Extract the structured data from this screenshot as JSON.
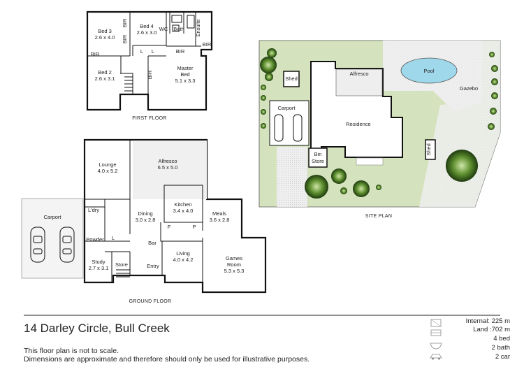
{
  "first_floor": {
    "caption": "FIRST FLOOR",
    "rooms": {
      "bed3": {
        "name": "Bed 3",
        "dim": "2.6 x 4.0"
      },
      "bed4": {
        "name": "Bed 4",
        "dim": "2.6 x 3.0"
      },
      "bed2": {
        "name": "Bed 2",
        "dim": "2.6 x 3.1"
      },
      "master": {
        "name": "Master",
        "name2": "Bed",
        "dim": "5.1 x 3.3"
      },
      "bath": "Bath",
      "wc": "WC",
      "ensuite": "Ensuite",
      "bir": "BIR",
      "l": "L"
    }
  },
  "ground_floor": {
    "caption": "GROUND FLOOR",
    "rooms": {
      "lounge": {
        "name": "Lounge",
        "dim": "4.0 x 5.2"
      },
      "alfresco": {
        "name": "Alfresco",
        "dim": "6.5 x 5.0"
      },
      "carport": "Carport",
      "ldry": "L'dry",
      "dining": {
        "name": "Dining",
        "dim": "3.0 x 2.8"
      },
      "kitchen": {
        "name": "Kitchen",
        "dim": "3.4 x 4.0"
      },
      "meals": {
        "name": "Meals",
        "dim": "3.6 x 2.8"
      },
      "powder": "Powder",
      "bar": "Bar",
      "study": {
        "name": "Study",
        "dim": "2.7 x 3.1"
      },
      "store": "Store",
      "entry": "Entry",
      "living": {
        "name": "Living",
        "dim": "4.0 x 4.2"
      },
      "games": {
        "name": "Games",
        "name2": "Room",
        "dim": "5.3 x 5.3"
      },
      "f": "F",
      "p": "P",
      "l": "L"
    }
  },
  "site_plan": {
    "caption": "SITE PLAN",
    "labels": {
      "shed": "Shed",
      "alfresco": "Alfresco",
      "pool": "Pool",
      "gazebo": "Gazebo",
      "carport": "Carport",
      "residence": "Residence",
      "bin": "Bin",
      "store": "Store"
    }
  },
  "footer": {
    "address": "14 Darley Circle, Bull Creek",
    "disclaimer_1": "This floor plan is not to scale.",
    "disclaimer_2": "Dimensions are approximate and therefore should only be used for illustrative purposes.",
    "internal": "Internal: 225 m",
    "land": "Land :702 m",
    "beds": "4 bed",
    "baths": "2 bath",
    "cars": "2 car"
  },
  "icons": [
    "area-icon",
    "bed-icon",
    "bath-icon",
    "car-icon"
  ]
}
